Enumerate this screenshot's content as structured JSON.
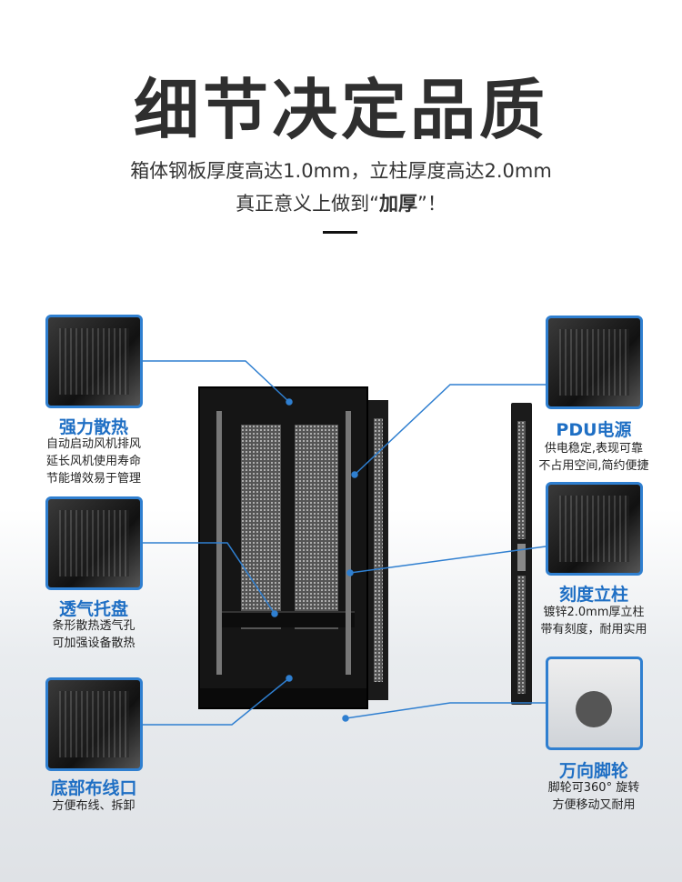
{
  "headline": "细节决定品质",
  "subtitle_line1": "箱体钢板厚度高达1.0mm，立柱厚度高达2.0mm",
  "subtitle_line2_pre": "真正意义上做到“",
  "subtitle_line2_bold": "加厚",
  "subtitle_line2_post": "”！",
  "features_left": [
    {
      "title": "强力散热",
      "desc": [
        "自动启动风机排风",
        "延长风机使用寿命",
        "节能增效易于管理"
      ]
    },
    {
      "title": "透气托盘",
      "desc": [
        "条形散热透气孔",
        "可加强设备散热"
      ]
    },
    {
      "title": "底部布线口",
      "desc": [
        "方便布线、拆卸"
      ]
    }
  ],
  "features_right": [
    {
      "title": "PDU电源",
      "desc": [
        "供电稳定,表现可靠",
        "不占用空间,简约便捷"
      ]
    },
    {
      "title": "刻度立柱",
      "desc": [
        "镀锌2.0mm厚立柱",
        "带有刻度，耐用实用"
      ]
    },
    {
      "title": "万向脚轮",
      "desc": [
        "脚轮可360° 旋转",
        "方便移动又耐用"
      ]
    }
  ],
  "colors": {
    "accent": "#2f7fd0",
    "title_blue": "#1f6fc4"
  }
}
